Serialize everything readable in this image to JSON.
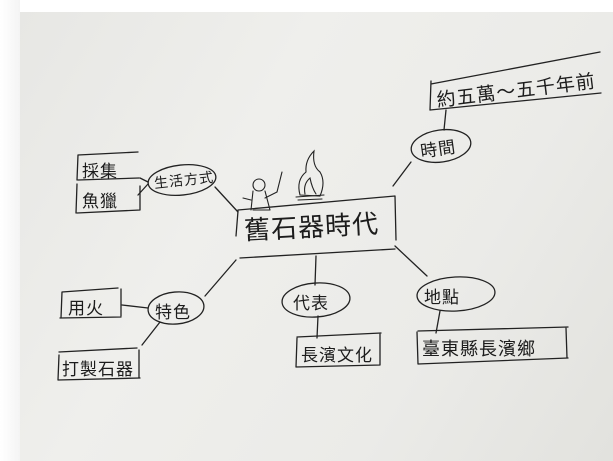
{
  "central_topic": "舊石器時代",
  "branches": {
    "lifestyle": {
      "label": "生活方式",
      "items": [
        "採集",
        "魚獵"
      ]
    },
    "time": {
      "label": "時間",
      "items": [
        "約五萬～五千年前"
      ]
    },
    "features": {
      "label": "特色",
      "items": [
        "用火",
        "打製石器"
      ]
    },
    "representative": {
      "label": "代表",
      "items": [
        "長濱文化"
      ]
    },
    "location": {
      "label": "地點",
      "items": [
        "臺東縣長濱鄉"
      ]
    }
  }
}
